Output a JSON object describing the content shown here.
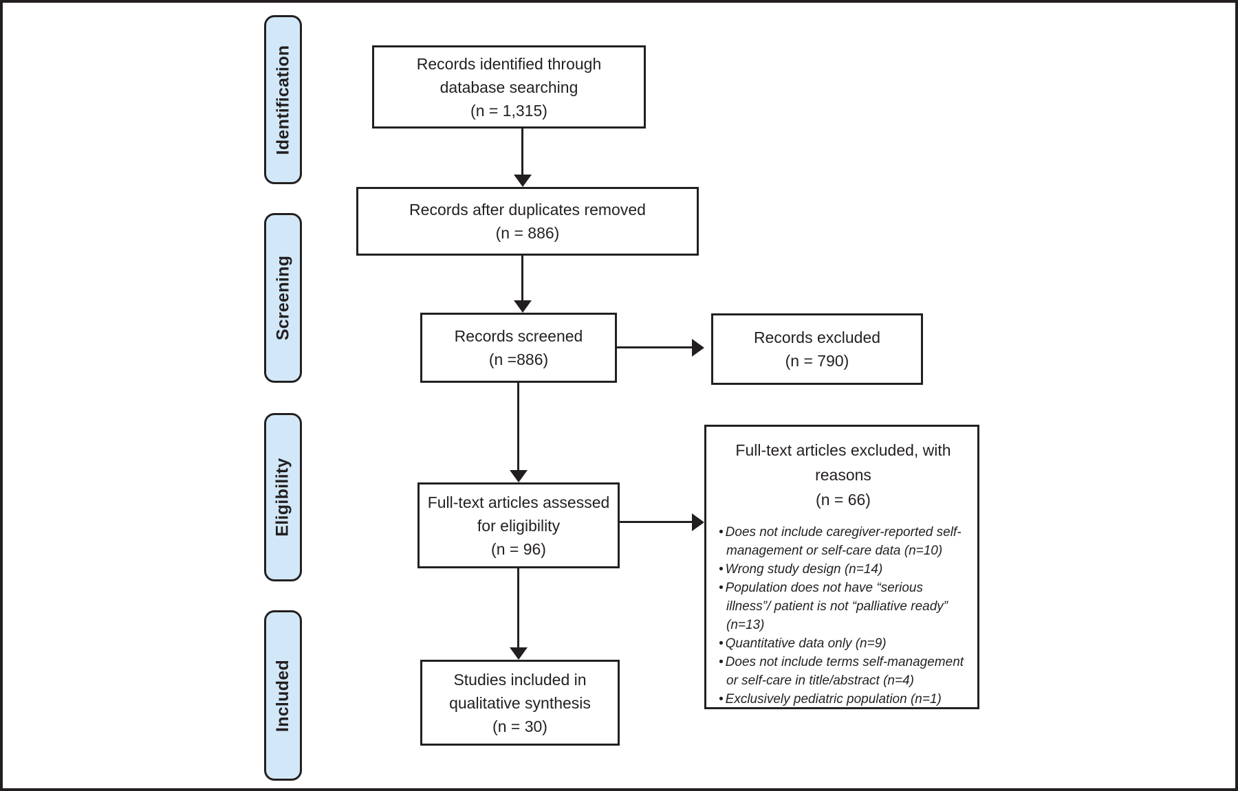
{
  "stages": [
    {
      "label": "Identification"
    },
    {
      "label": "Screening"
    },
    {
      "label": "Eligibility"
    },
    {
      "label": "Included"
    }
  ],
  "boxes": {
    "identified": {
      "text": "Records identified through\ndatabase searching\n(n = 1,315)"
    },
    "deduplicated": {
      "text": "Records after duplicates removed\n(n = 886)"
    },
    "screened": {
      "text": "Records screened\n(n =886)"
    },
    "excluded": {
      "text": "Records excluded\n(n = 790)"
    },
    "fulltext": {
      "text": "Full-text articles assessed\nfor eligibility\n(n = 96)"
    },
    "included": {
      "text": "Studies included in\nqualitative synthesis\n(n = 30)"
    },
    "fulltext_excluded": {
      "title": "Full-text articles excluded, with\nreasons\n(n = 66)",
      "reasons": [
        "Does not include caregiver-reported self-\nmanagement or self-care data (n=10)",
        "Wrong study design (n=14)",
        "Population does not have “serious\nillness”/ patient is not “palliative ready”\n(n=13)",
        "Quantitative data only (n=9)",
        "Does not include terms self-management\nor self-care in title/abstract (n=4)",
        "Exclusively pediatric population (n=1)"
      ]
    }
  },
  "colors": {
    "stage_fill": "#d2e8f8",
    "line_color": "#231f20",
    "text_color": "#231f20",
    "background": "#ffffff"
  }
}
